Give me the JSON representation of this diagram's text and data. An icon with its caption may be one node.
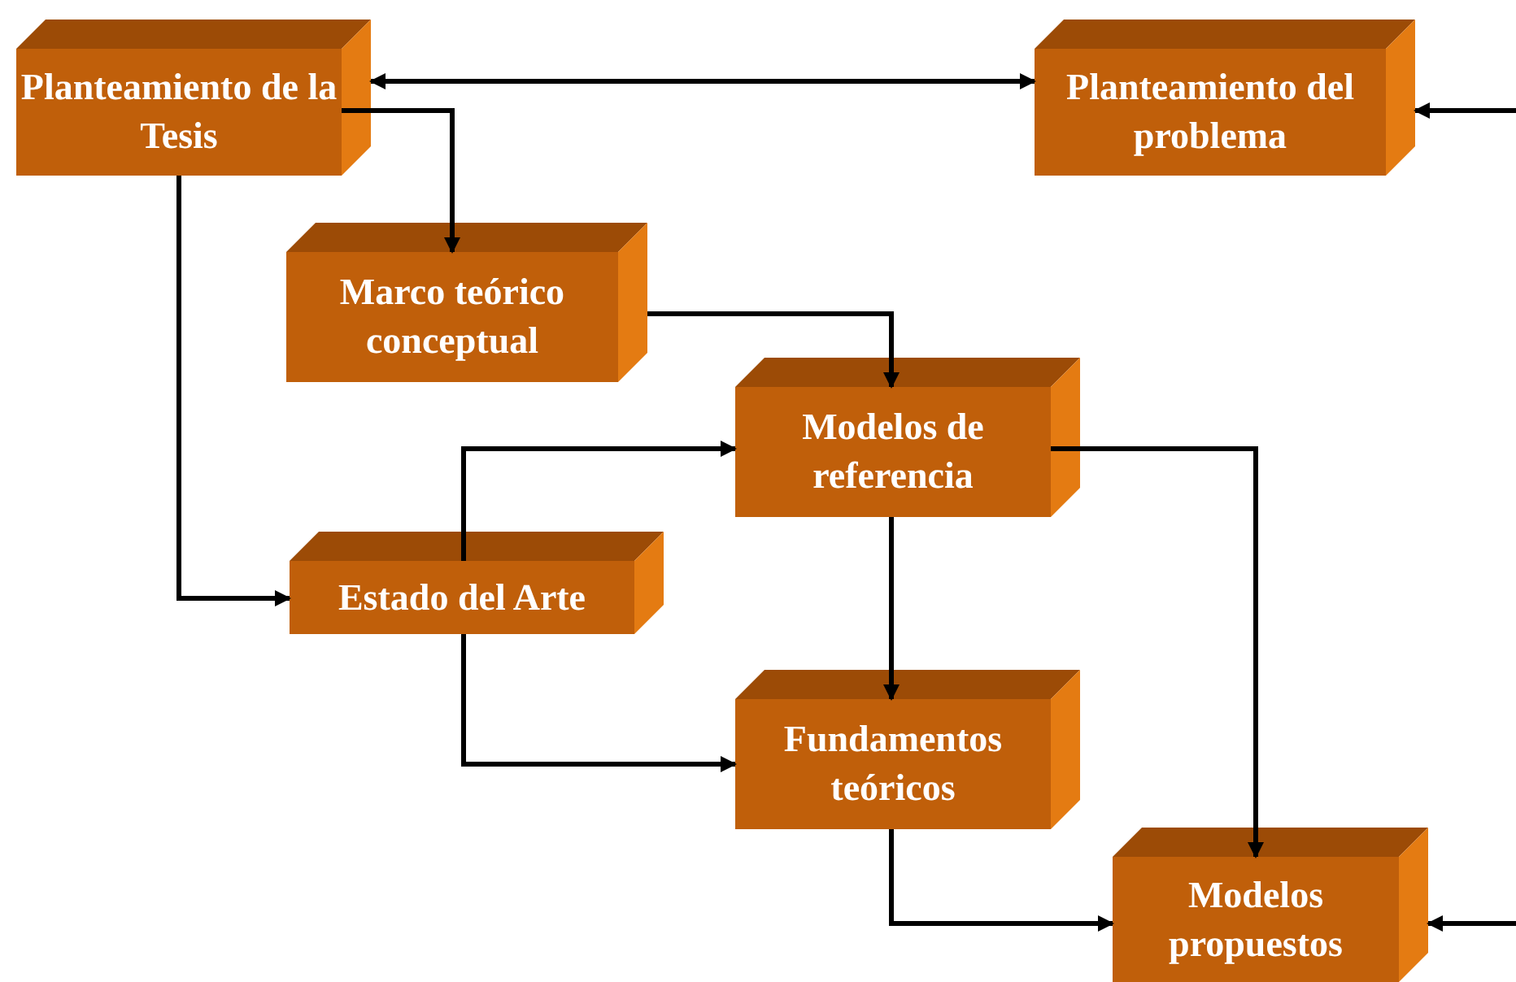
{
  "diagram": {
    "nodes": [
      {
        "text": [
          "Planteamiento de la Tesis"
        ]
      },
      {
        "text": [
          "Planteamiento del problema"
        ]
      },
      {
        "text": [
          "Marco teórico conceptual"
        ]
      },
      {
        "text": [
          "Modelos de referencia"
        ]
      },
      {
        "text": [
          "Estado del Arte"
        ]
      },
      {
        "text": [
          "Fundamentos teóricos"
        ]
      },
      {
        "text": [
          "Modelos propuestos"
        ]
      }
    ],
    "edges": [
      {
        "from": 0,
        "to": 1,
        "arrow": "both"
      },
      {
        "from": 0,
        "to": 2,
        "arrow": "to"
      },
      {
        "from": 0,
        "to": 4,
        "arrow": "to"
      },
      {
        "from": 2,
        "to": 3,
        "arrow": "to"
      },
      {
        "from": 4,
        "to": 3,
        "arrow": "to"
      },
      {
        "from": 4,
        "to": 5,
        "arrow": "to"
      },
      {
        "from": 3,
        "to": 5,
        "arrow": "to"
      },
      {
        "from": 3,
        "to": 6,
        "arrow": "to"
      },
      {
        "from": 5,
        "to": 6,
        "arrow": "to"
      },
      {
        "from": null,
        "to": 1,
        "arrow": "to"
      },
      {
        "from": null,
        "to": 6,
        "arrow": "to"
      }
    ]
  }
}
